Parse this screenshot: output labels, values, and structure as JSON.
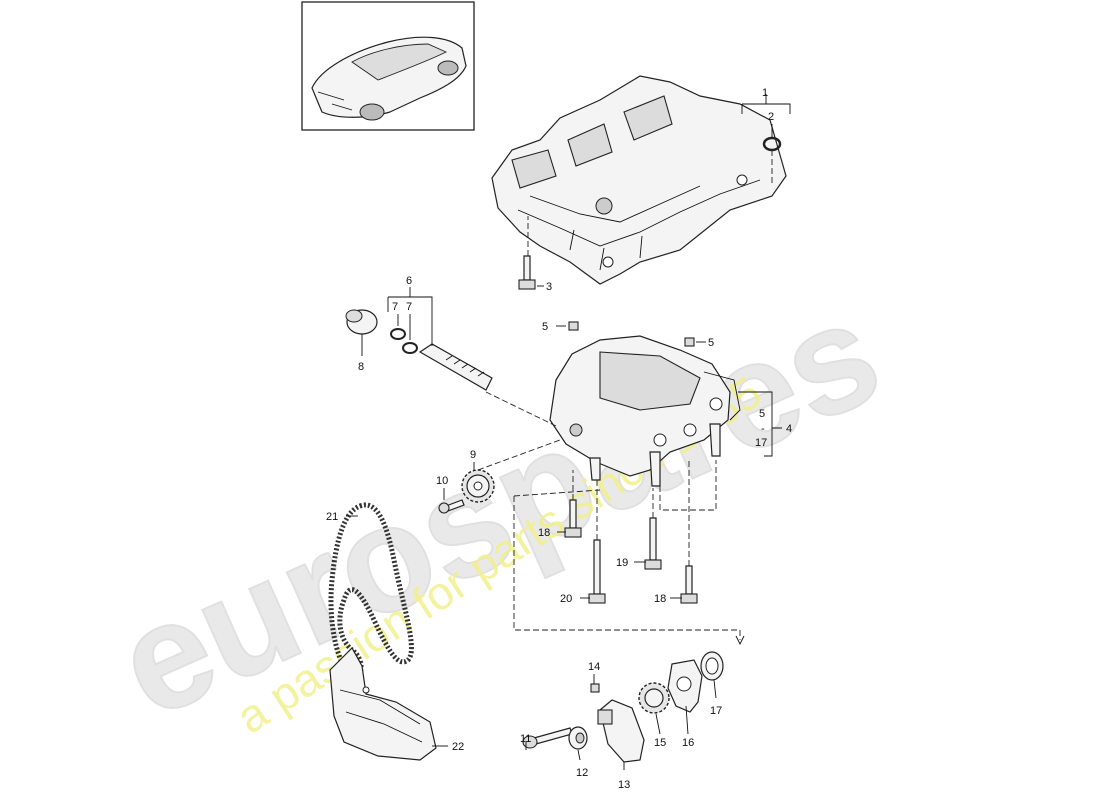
{
  "watermark": {
    "brand": "eurospares",
    "tagline": "a passion for parts since 1985"
  },
  "callouts": {
    "c1": "1",
    "c2": "2",
    "c3": "3",
    "c4": "4",
    "c5a": "5",
    "c5b": "5",
    "c5c": "5",
    "c6": "6",
    "c7a": "7",
    "c7b": "7",
    "c8": "8",
    "c9": "9",
    "c10": "10",
    "c11": "11",
    "c12": "12",
    "c13": "13",
    "c14": "14",
    "c15": "15",
    "c16": "16",
    "c17a": "17",
    "c17b": "17",
    "c18a": "18",
    "c18b": "18",
    "c19": "19",
    "c20": "20",
    "c21": "21",
    "c22": "22",
    "range_dash": "-"
  }
}
